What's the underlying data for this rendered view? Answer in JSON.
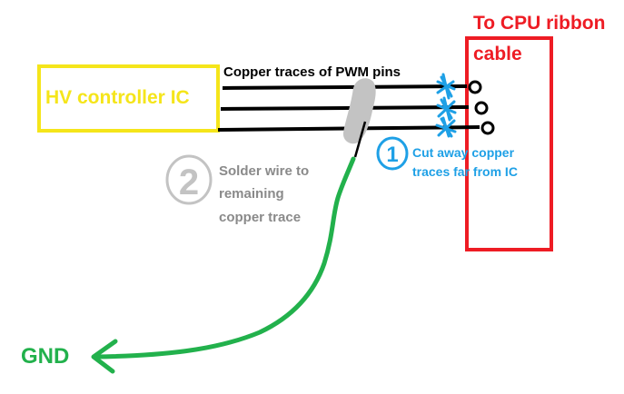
{
  "labels": {
    "hv_controller": "HV controller IC",
    "traces_caption": "Copper traces of PWM pins",
    "to_cpu_line1": "To CPU ribbon",
    "to_cpu_line2": "cable",
    "cut_line1": "Cut away copper",
    "cut_line2": "traces far from IC",
    "solder_line1": "Solder wire to",
    "solder_line2": "remaining",
    "solder_line3": "copper trace",
    "gnd": "GND"
  },
  "step_markers": {
    "step_1": "1",
    "step_2": "2"
  },
  "colors": {
    "hv_box": "#f5e51a",
    "hv_text": "#f5e51a",
    "cpu_box": "#ee1c24",
    "cpu_text": "#ee1c24",
    "cut_marks": "#1ea0e6",
    "solder_blob": "#c3c3c3",
    "solder_text": "#8a8a8a",
    "gnd_wire": "#22b14c",
    "traces": "#000000"
  }
}
